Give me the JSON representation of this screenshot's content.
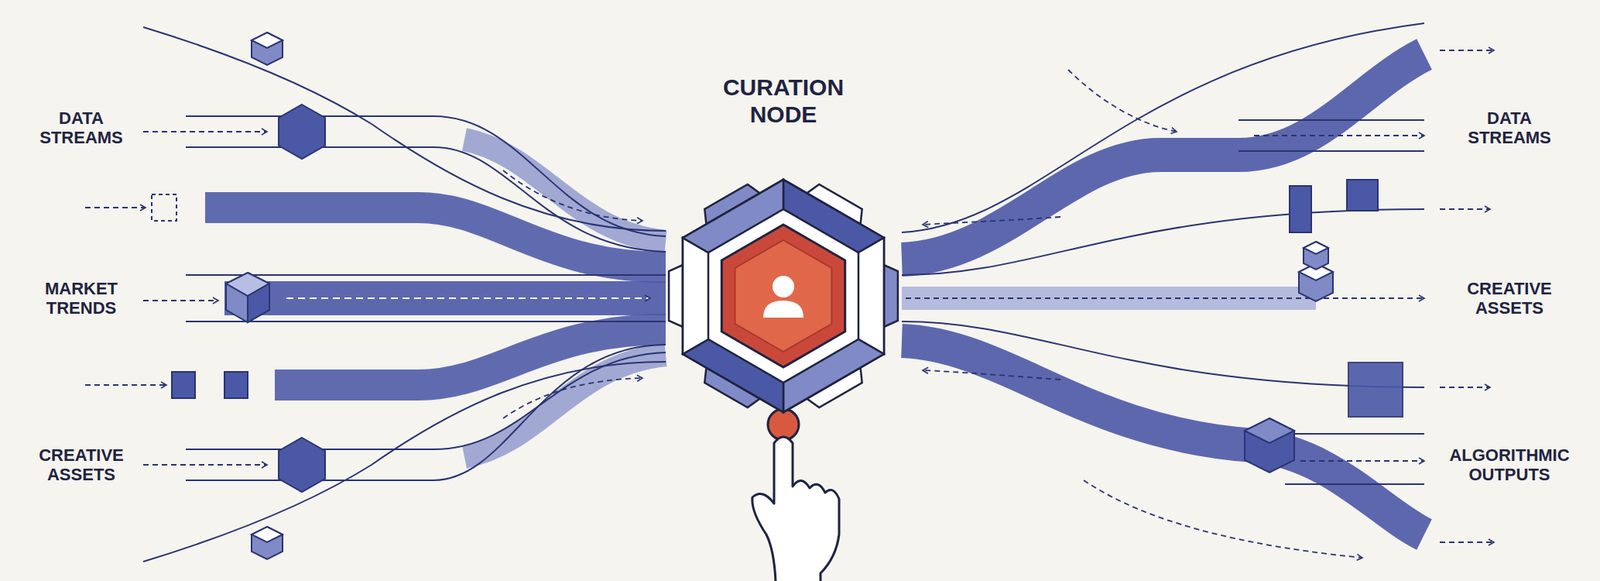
{
  "diagram": {
    "nodes": [
      {
        "text": [
          "CURATION NODE"
        ]
      }
    ],
    "labels": [
      "DATA STREAMS",
      "MARKET TRENDS",
      "CREATIVE ASSETS",
      "DATA STREAMS",
      "CREATIVE ASSETS",
      "ALGORITHMIC OUTPUTS"
    ]
  }
}
